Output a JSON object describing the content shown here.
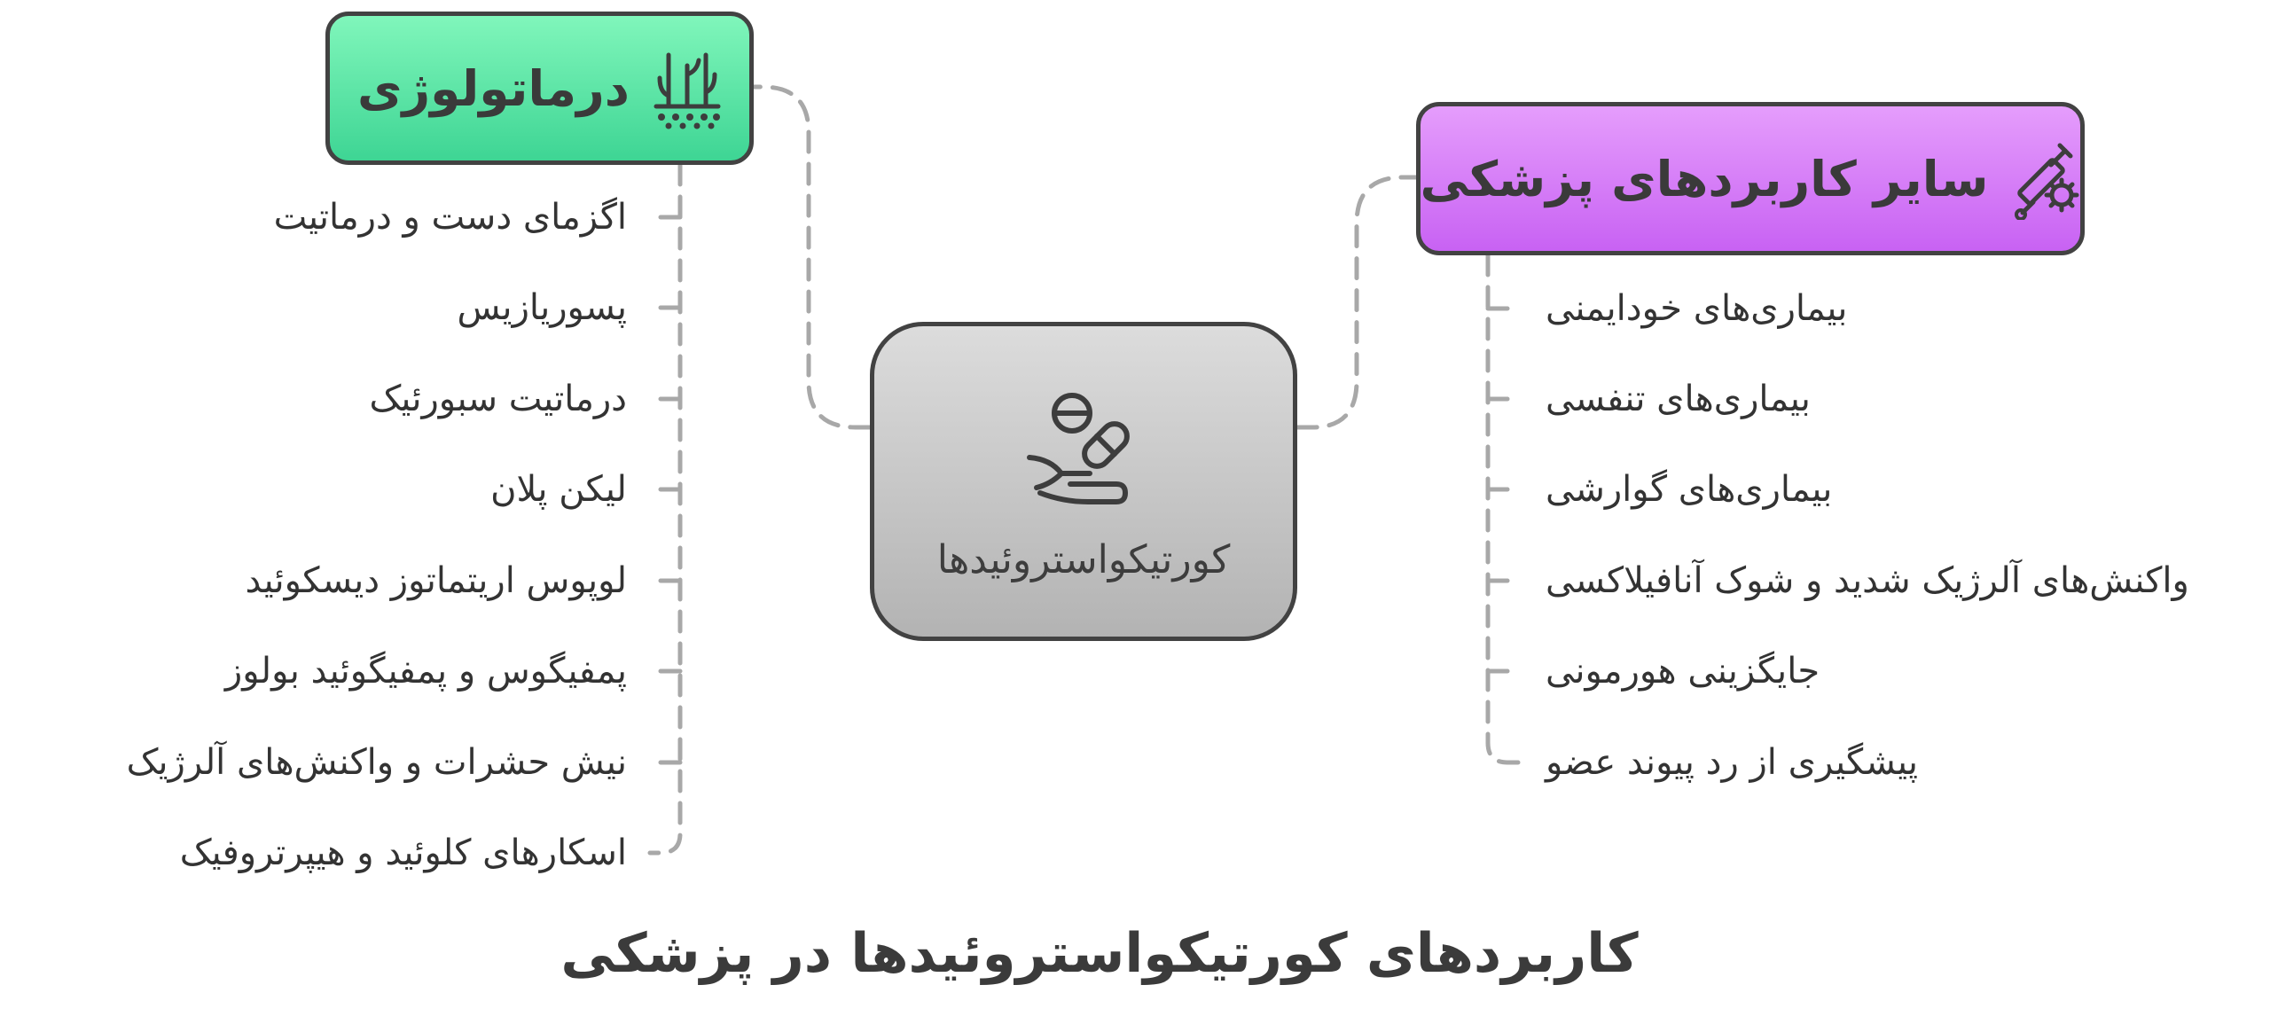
{
  "title": "کاربردهای کورتیکواستروئیدها در پزشکی",
  "center": {
    "label": "کورتیکواستروئیدها",
    "icon": "hand-holding-pills-icon"
  },
  "branches": [
    {
      "id": "dermatology",
      "title": "درماتولوژی",
      "icon": "skin-hair-icon",
      "color": "#5fe6a8",
      "items": [
        "اگزمای دست و درماتیت",
        "پسوریازیس",
        "درماتیت سبورئیک",
        "لیکن پلان",
        "لوپوس اریتماتوز دیسکوئید",
        "پمفیگوس و پمفیگوئید بولوز",
        "نیش حشرات و واکنش‌های آلرژیک",
        "اسکارهای کلوئید و هیپرتروفیک"
      ]
    },
    {
      "id": "other-medical",
      "title": "سایر کاربردهای پزشکی",
      "icon": "syringe-virus-icon",
      "color": "#d77ff7",
      "items": [
        "بیماری‌های خودایمنی",
        "بیماری‌های تنفسی",
        "بیماری‌های گوارشی",
        "واکنش‌های آلرژیک شدید و شوک آنافیلاکسی",
        "جایگزینی هورمونی",
        "پیشگیری از رد پیوند عضو"
      ]
    }
  ]
}
